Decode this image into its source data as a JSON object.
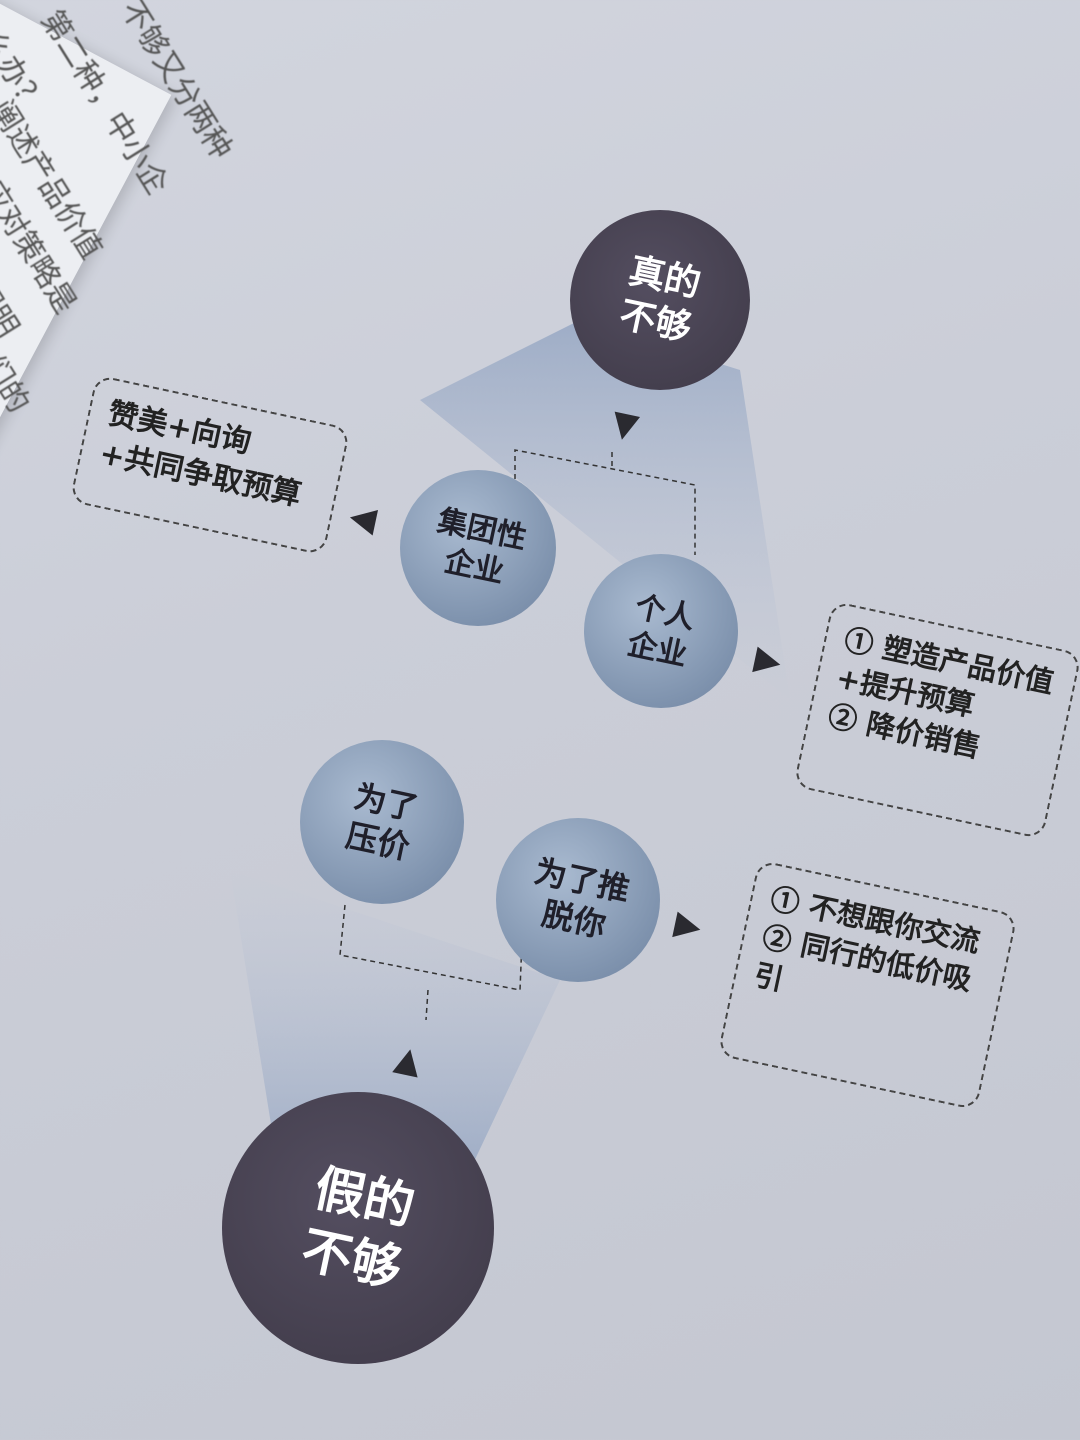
{
  "left_page": {
    "lines": [
      "不够又分两种",
      "第二种，中小企",
      "么办？",
      "阐述产品价值",
      "应对策略是",
      "阐明",
      "我们的"
    ]
  },
  "diagram": {
    "top_node": {
      "label": [
        "真的",
        "不够"
      ]
    },
    "group_company": {
      "label": [
        "集团性",
        "企业"
      ]
    },
    "personal_company": {
      "label": [
        "个人",
        "企业"
      ]
    },
    "group_strategy": {
      "lines": [
        "赞美+向询",
        "+共同争取预算"
      ]
    },
    "personal_strategy": {
      "lines": [
        "① 塑造产品价值",
        "+提升预算",
        "② 降价销售"
      ]
    },
    "bottom_node": {
      "label": [
        "假的",
        "不够"
      ]
    },
    "press_price": {
      "label": [
        "为了",
        "压价"
      ]
    },
    "brush_off": {
      "label": [
        "为了推",
        "脱你"
      ]
    },
    "fake_reasons": {
      "lines": [
        "① 不想跟你交流",
        "② 同行的低价吸",
        "引"
      ]
    }
  },
  "colors": {
    "dark_node": "#433e4d",
    "light_node": "#8497b1",
    "page": "#cbced8"
  }
}
